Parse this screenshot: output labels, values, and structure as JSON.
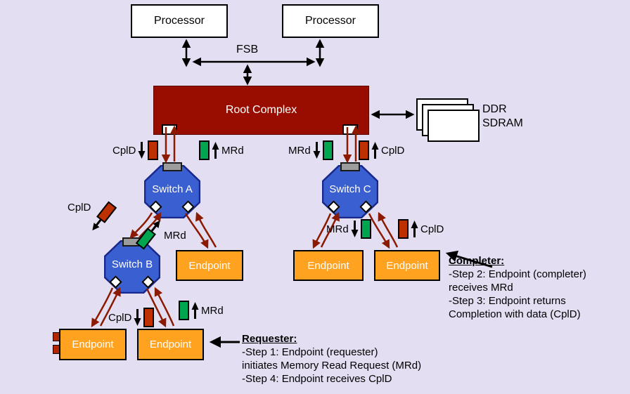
{
  "colors": {
    "background": "#E3DEF2",
    "root_complex_fill": "#990D00",
    "link_arrow": "#8B1A00",
    "switch_fill": "#3A5FD0",
    "switch_border": "#18288C",
    "endpoint_fill": "#FFA21F",
    "mrd_packet": "#00A550",
    "cpld_packet": "#BE3000"
  },
  "nodes": {
    "processor": "Processor",
    "fsb": "FSB",
    "root_complex": "Root Complex",
    "ddr_line1": "DDR",
    "ddr_line2": "SDRAM",
    "switch_a": "Switch A",
    "switch_b": "Switch B",
    "switch_c": "Switch C",
    "endpoint": "Endpoint"
  },
  "packets": {
    "mrd": "MRd",
    "cpld": "CplD"
  },
  "notes": {
    "completer": {
      "title": "Completer:",
      "lines": [
        "-Step 2: Endpoint (completer)",
        "receives MRd",
        "-Step 3: Endpoint returns",
        "Completion with data (CplD)"
      ]
    },
    "requester": {
      "title": "Requester:",
      "lines": [
        "-Step 1: Endpoint (requester)",
        "initiates Memory Read Request (MRd)",
        "-Step 4: Endpoint receives CplD"
      ]
    }
  }
}
